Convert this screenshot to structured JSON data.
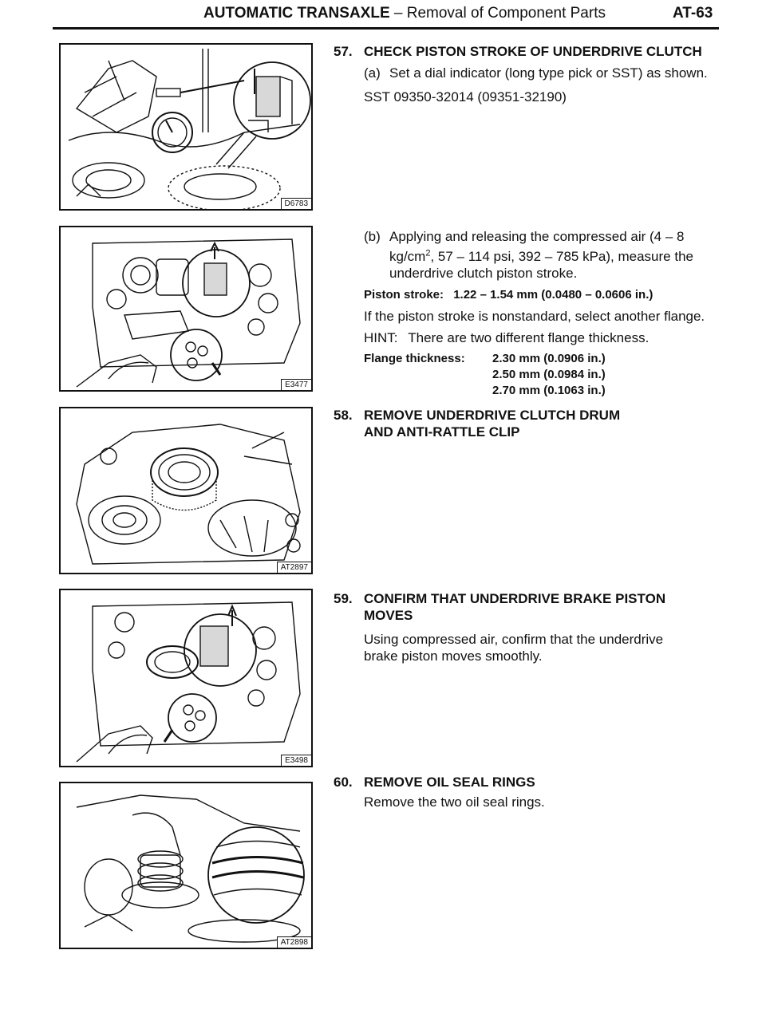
{
  "header": {
    "title_bold": "AUTOMATIC TRANSAXLE",
    "title_rest": " – Removal of Component Parts",
    "page": "AT-63"
  },
  "figures": [
    {
      "code": "D6783"
    },
    {
      "code": "E3477"
    },
    {
      "code": "AT2897"
    },
    {
      "code": "E3498"
    },
    {
      "code": "AT2898"
    }
  ],
  "steps": {
    "s57": {
      "number": "57.",
      "title": "CHECK PISTON STROKE OF UNDERDRIVE CLUTCH",
      "a_label": "(a)",
      "a_text": "Set a dial indicator (long type pick or SST) as shown.",
      "sst": "SST 09350-32014 (09351-32190)",
      "b_label": "(b)",
      "b_text_1": "Applying and releasing the compressed air (4 – 8 kg/cm",
      "b_sup": "2",
      "b_text_2": ", 57 – 114 psi, 392 – 785 kPa), measure the underdrive clutch piston stroke.",
      "stroke_label": "Piston stroke:",
      "stroke_value": "1.22 – 1.54 mm (0.0480 – 0.0606 in.)",
      "nonstandard": "If the piston stroke is nonstandard, select another flange.",
      "hint_label": "HINT:",
      "hint_text": "There are two different flange thickness.",
      "flange_label": "Flange thickness:",
      "flange_values": [
        "2.30 mm (0.0906 in.)",
        "2.50 mm (0.0984 in.)",
        "2.70 mm (0.1063 in.)"
      ]
    },
    "s58": {
      "number": "58.",
      "title": "REMOVE UNDERDRIVE CLUTCH DRUM AND ANTI-RATTLE CLIP"
    },
    "s59": {
      "number": "59.",
      "title": "CONFIRM THAT UNDERDRIVE BRAKE PISTON MOVES",
      "text": "Using compressed air, confirm that the underdrive brake piston moves smoothly."
    },
    "s60": {
      "number": "60.",
      "title": "REMOVE OIL SEAL RINGS",
      "text": "Remove the two oil seal rings."
    }
  }
}
